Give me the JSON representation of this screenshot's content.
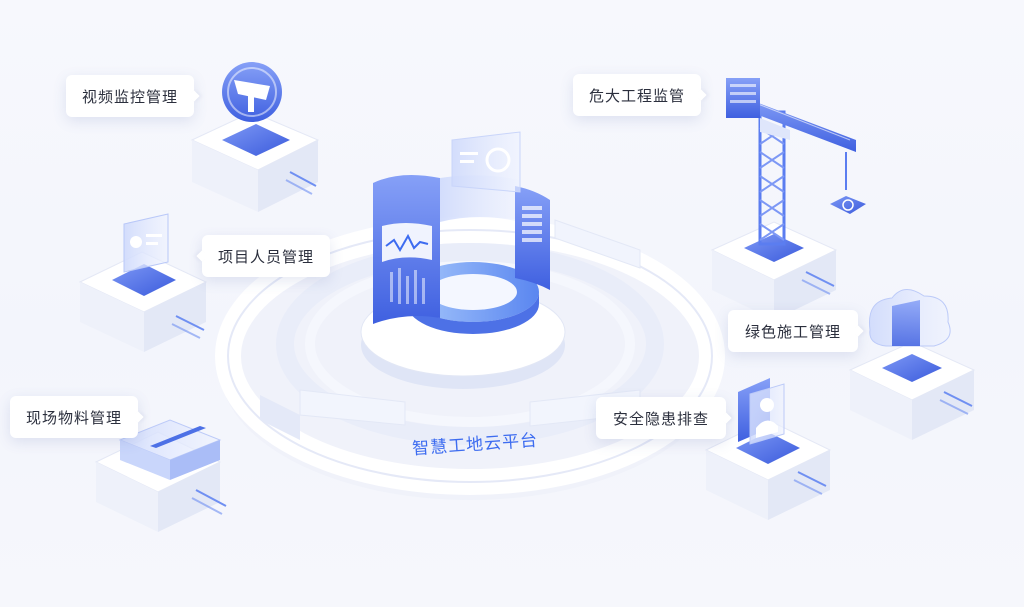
{
  "platform": {
    "title": "智慧工地云平台"
  },
  "modules": [
    {
      "id": "video",
      "label": "视频监控管理",
      "icon": "security-camera-icon"
    },
    {
      "id": "crane",
      "label": "危大工程监管",
      "icon": "tower-crane-icon"
    },
    {
      "id": "personnel",
      "label": "项目人员管理",
      "icon": "id-card-icon"
    },
    {
      "id": "green",
      "label": "绿色施工管理",
      "icon": "cloud-icon"
    },
    {
      "id": "materials",
      "label": "现场物料管理",
      "icon": "stacked-boxes-icon"
    },
    {
      "id": "safety",
      "label": "安全隐患排查",
      "icon": "worker-shield-icon"
    }
  ],
  "colors": {
    "accent": "#3d6cf0",
    "accent_dark": "#3b5bdc",
    "accent_light": "#8fa8f6",
    "platform_white": "#ffffff",
    "ring": "#e6eaf8",
    "text": "#2b2f3d"
  }
}
